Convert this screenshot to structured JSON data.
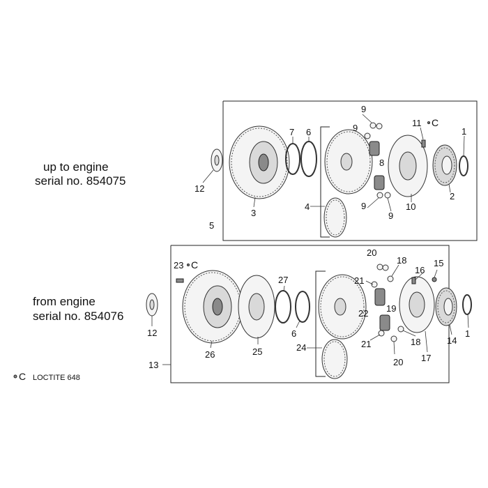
{
  "captions": {
    "upper_line1": "up to engine",
    "upper_line2": "serial no. 854075",
    "lower_line1": "from engine",
    "lower_line2": "serial no. 854076"
  },
  "legend": {
    "symbol": "C",
    "text": "LOCTITE 648"
  },
  "callouts": {
    "c1a": "1",
    "c2": "2",
    "c3": "3",
    "c4": "4",
    "c5": "5",
    "c6a": "6",
    "c7": "7",
    "c8": "8",
    "c9a": "9",
    "c9b": "9",
    "c9c": "9",
    "c9d": "9",
    "c10": "10",
    "c11": "11",
    "c11c": "C",
    "c12a": "12",
    "c1b": "1",
    "c6b": "6",
    "c12b": "12",
    "c13": "13",
    "c14": "14",
    "c15": "15",
    "c16": "16",
    "c17": "17",
    "c18a": "18",
    "c18b": "18",
    "c19": "19",
    "c20a": "20",
    "c20b": "20",
    "c21a": "21",
    "c21b": "21",
    "c22": "22",
    "c23": "23",
    "c23c": "C",
    "c24": "24",
    "c25": "25",
    "c26": "26",
    "c27": "27"
  }
}
